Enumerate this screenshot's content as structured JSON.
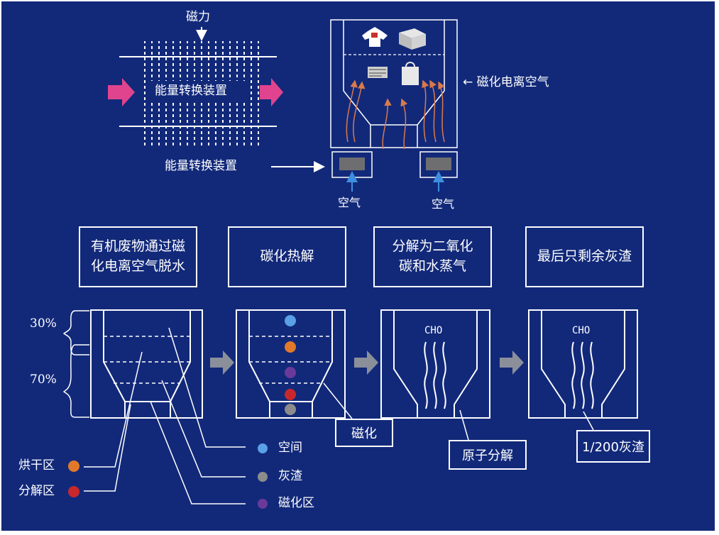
{
  "colors": {
    "background": "#12297a",
    "line": "#ffffff",
    "arrow_pink": "#e0448e",
    "arrow_gray": "#8a8f9a",
    "airflow": "#d97a4a",
    "air_blue": "#3d8ee0",
    "dot_space": "#5aa0e6",
    "dot_ash": "#8c8c8c",
    "dot_magnetize": "#6a3a9a",
    "dot_dry": "#e07a2a",
    "dot_decompose": "#c8282c"
  },
  "top": {
    "magnetic_force": "磁力",
    "device_label": "能量转换装置",
    "device_pointer_label": "能量转换装置",
    "ionized_air": "← 磁化电离空气",
    "air_left": "空气",
    "air_right": "空气"
  },
  "steps": [
    {
      "label": "有机废物通过磁\n化电离空气脱水"
    },
    {
      "label": "碳化热解"
    },
    {
      "label": "分解为二氧化\n碳和水蒸气"
    },
    {
      "label": "最后只剩余灰渣"
    }
  ],
  "scale": {
    "upper": "30%",
    "lower": "70%"
  },
  "cho_labels": [
    "CHO",
    "CHO"
  ],
  "callouts": {
    "magnetize": "磁化",
    "atomic": "原子分解",
    "ash": "1/200灰渣"
  },
  "zones": {
    "dry": "烘干区",
    "decompose": "分解区"
  },
  "legend": [
    {
      "label": "空间",
      "color": "#5aa0e6"
    },
    {
      "label": "灰渣",
      "color": "#8c8c8c"
    },
    {
      "label": "磁化区",
      "color": "#6a3a9a"
    }
  ],
  "icons": [
    "shirt-icon",
    "box-icon",
    "newspaper-icon",
    "bag-icon"
  ]
}
